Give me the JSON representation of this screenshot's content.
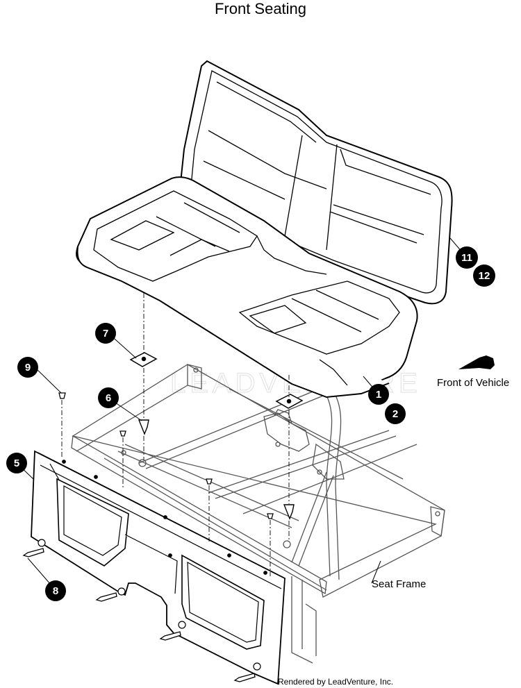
{
  "title": "Front Seating",
  "callouts": [
    "1",
    "2",
    "5",
    "6",
    "7",
    "8",
    "9",
    "11",
    "12"
  ],
  "labels": {
    "front_of_vehicle": "Front of Vehicle",
    "seat_frame": "Seat Frame",
    "credit": "Rendered by LeadVenture, Inc.",
    "watermark": "LEADVENTURE"
  }
}
